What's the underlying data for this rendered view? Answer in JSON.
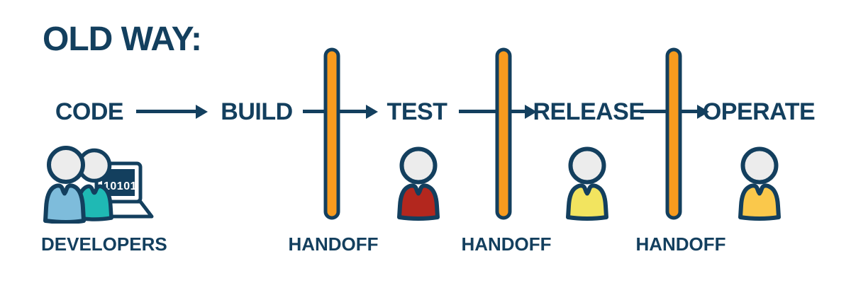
{
  "title": "OLD WAY:",
  "stages": [
    {
      "label": "CODE"
    },
    {
      "label": "BUILD"
    },
    {
      "label": "TEST"
    },
    {
      "label": "RELEASE"
    },
    {
      "label": "OPERATE"
    }
  ],
  "handoffs": [
    {
      "label": "HANDOFF"
    },
    {
      "label": "HANDOFF"
    },
    {
      "label": "HANDOFF"
    }
  ],
  "developers": {
    "label": "DEVELOPERS",
    "laptop_screen_text": "10101"
  },
  "people": [
    {
      "role": "test-person",
      "shirt_color": "#B3271E"
    },
    {
      "role": "release-person",
      "shirt_color": "#F2E45F"
    },
    {
      "role": "operate-person",
      "shirt_color": "#FAC84B"
    }
  ],
  "colors": {
    "navy": "#133F5E",
    "bar_orange": "#F89B1E",
    "head_gray": "#ECECEC",
    "dev_left_shirt": "#7EBCDB",
    "dev_right_shirt": "#1FB9B4",
    "screen_text_white": "#FFFFFF",
    "background": "#FFFFFF"
  }
}
